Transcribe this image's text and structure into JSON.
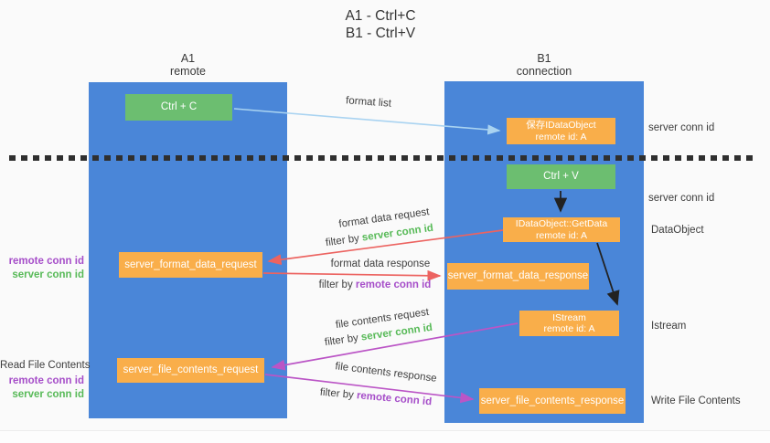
{
  "title": {
    "line1": "A1 - Ctrl+C",
    "line2": "B1 - Ctrl+V"
  },
  "lifelines": {
    "left": {
      "title": "A1",
      "subtitle": "remote"
    },
    "right": {
      "title": "B1",
      "subtitle": "connection"
    }
  },
  "boxes": {
    "ctrl_c": {
      "label": "Ctrl + C"
    },
    "save_idataobject": {
      "line1": "保存IDataObject",
      "line2": "remote id: A"
    },
    "ctrl_v": {
      "label": "Ctrl + V"
    },
    "getdata": {
      "line1": "IDataObject::GetData",
      "line2": "remote id: A"
    },
    "server_format_data_request": {
      "label": "server_format_data_request"
    },
    "server_format_data_response": {
      "label": "server_format_data_response"
    },
    "istream": {
      "line1": "IStream",
      "line2": "remote id: A"
    },
    "server_file_contents_request": {
      "label": "server_file_contents_request"
    },
    "server_file_contents_response": {
      "label": "server_file_contents_response"
    }
  },
  "arrows": {
    "format_list": {
      "label": "format list",
      "from": "ctrl_c",
      "to": "save_idataobject",
      "color": "#a9d3f1"
    },
    "ctrl_v_to_getdata": {
      "from": "ctrl_v",
      "to": "getdata",
      "color": "#222222"
    },
    "getdata_to_istream": {
      "from": "getdata",
      "to": "istream",
      "color": "#222222"
    },
    "format_data_request": {
      "label": "format data request",
      "filter_prefix": "filter by ",
      "filter_id": "server conn id",
      "from": "getdata",
      "to": "server_format_data_request",
      "color": "#ec6360"
    },
    "format_data_response": {
      "label": "format data response",
      "filter_prefix": "filter by ",
      "filter_id": "remote conn id",
      "from": "server_format_data_request",
      "to": "server_format_data_response",
      "color": "#ec6360"
    },
    "file_contents_request": {
      "label": "file contents request",
      "filter_prefix": "filter by ",
      "filter_id": "server conn id",
      "from": "istream",
      "to": "server_file_contents_request",
      "color": "#bb55c6"
    },
    "file_contents_response": {
      "label": "file contents response",
      "filter_prefix": "filter by ",
      "filter_id": "remote conn id",
      "from": "server_file_contents_request",
      "to": "server_file_contents_response",
      "color": "#bb55c6"
    }
  },
  "side_labels": {
    "left_format": {
      "remote": "remote conn id",
      "server": "server conn id"
    },
    "left_file": {
      "title": "Read File Contents",
      "remote": "remote conn id",
      "server": "server conn id"
    },
    "right_top": "server conn id",
    "right_ctrl_v": "server conn id",
    "right_dataobject": "DataObject",
    "right_istream": "Istream",
    "right_write": "Write File Contents"
  },
  "colors": {
    "lifeline_blue": "#4a86d8",
    "box_green": "#6cbe70",
    "box_orange": "#f9ae4a",
    "id_green": "#58ba58",
    "id_purple": "#a64ec9",
    "arrow_red": "#ec6360",
    "arrow_magenta": "#bb55c6",
    "arrow_light_blue": "#a9d3f1",
    "arrow_black": "#222222"
  }
}
